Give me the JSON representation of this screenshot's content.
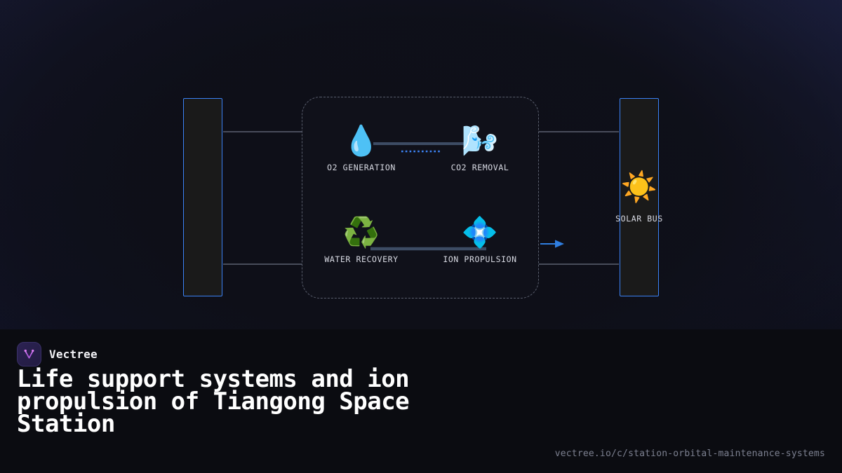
{
  "colors": {
    "background": "#14162a",
    "canvas": "#0e0f18",
    "node_border": "#3b82f6",
    "node_fill": "#1a1a1a",
    "group_border": "#5a5f6e",
    "edge_plain": "#5b6070",
    "edge_blue": "#2f6fd0",
    "edge_dotted": "#3b82f6",
    "edge_slate": "#3b4a63",
    "arrow_blue": "#2f7ee0",
    "label_text": "#d8dae3",
    "brand_accent": "#c06ce8",
    "footer_bg": "#0b0c11",
    "url_text": "#7c8090"
  },
  "diagram": {
    "left_node": {
      "name": "left-bus",
      "label": "",
      "icon": ""
    },
    "group": {
      "name": "life-support-group",
      "label": ""
    },
    "leaves": [
      {
        "icon": "💧",
        "icon_name": "droplet-icon",
        "label": "O2 GENERATION"
      },
      {
        "icon": "🌬️",
        "icon_name": "wind-face-icon",
        "label": "CO2 REMOVAL"
      },
      {
        "icon": "♻️",
        "icon_name": "recycle-icon",
        "label": "WATER RECOVERY"
      },
      {
        "icon": "💠",
        "icon_name": "diamond-dot-icon",
        "label": "ION PROPULSION"
      }
    ],
    "right_node": {
      "name": "solar-bus",
      "icon": "☀️",
      "icon_name": "sun-icon",
      "label": "SOLAR BUS"
    }
  },
  "footer": {
    "brand_name": "Vectree",
    "headline": "Life support systems and ion\npropulsion of Tiangong Space\nStation",
    "url": "vectree.io/c/station-orbital-maintenance-systems"
  }
}
